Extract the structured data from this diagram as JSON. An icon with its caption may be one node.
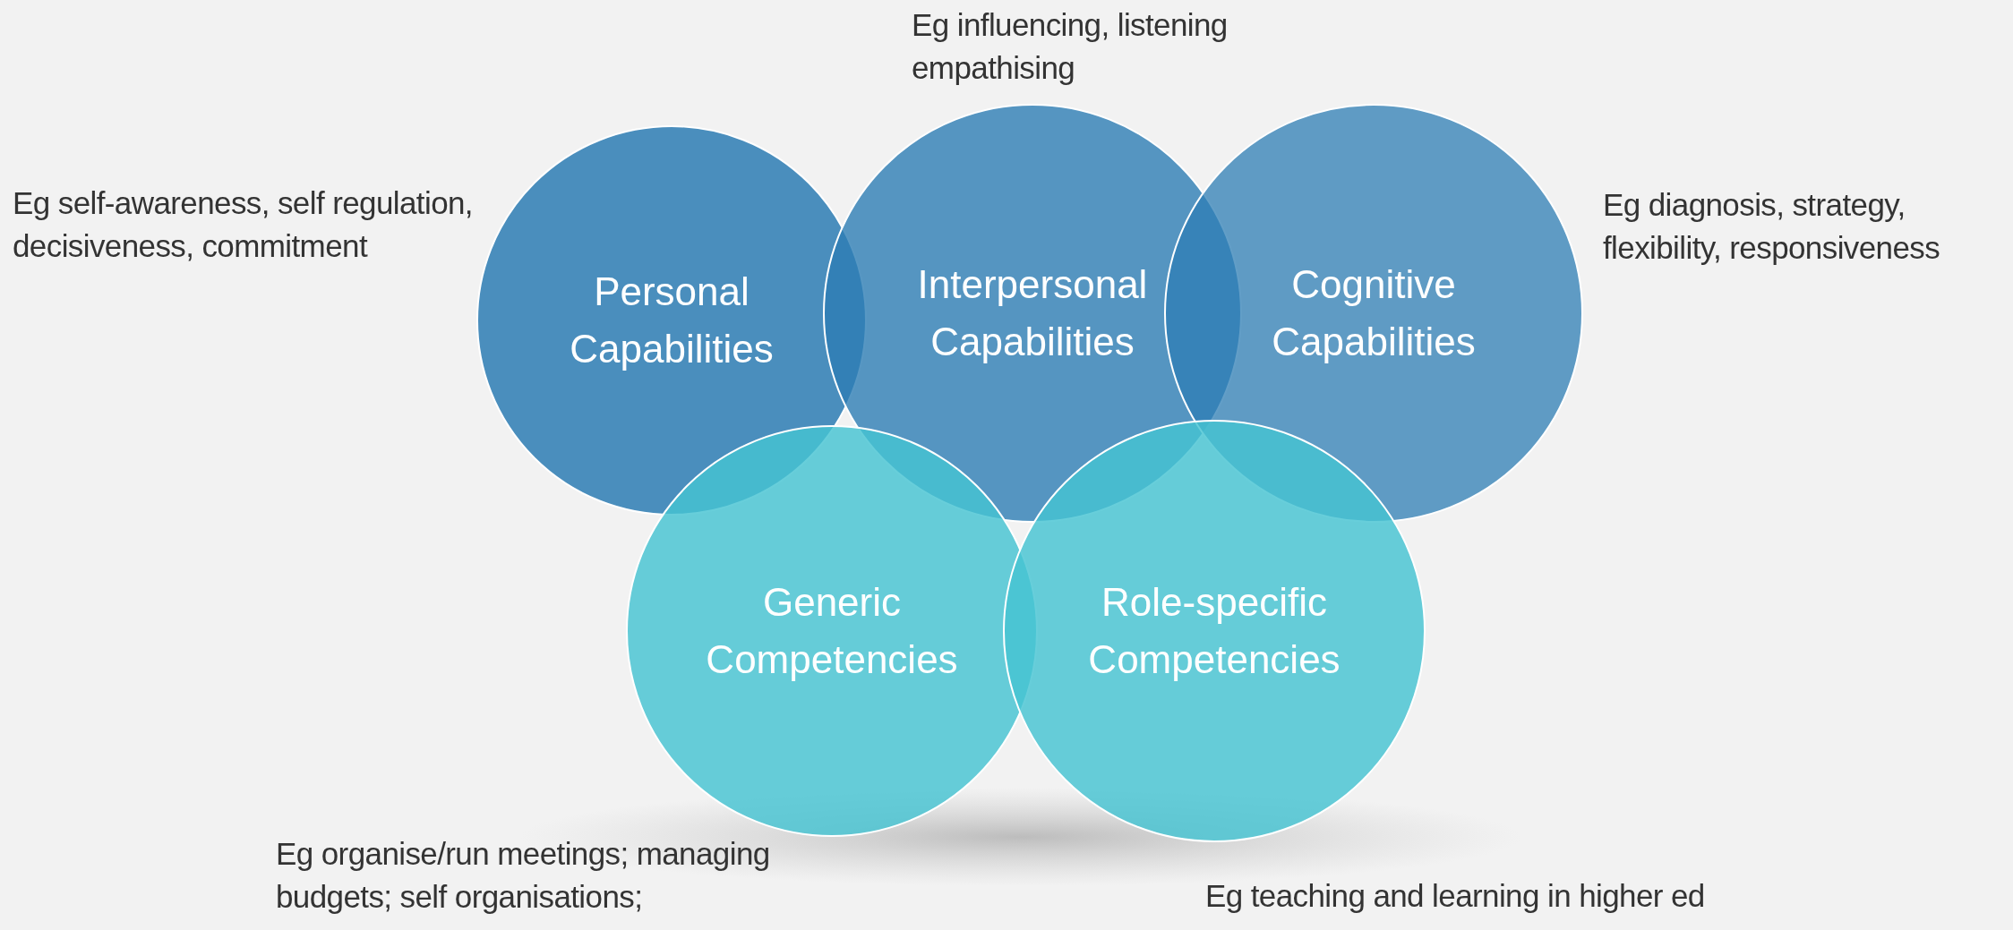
{
  "diagram": {
    "nodes": [
      {
        "text": [
          "Personal Capabilities"
        ],
        "beside": [
          "Eg self-awareness, self regulation, decisiveness, commitment"
        ]
      },
      {
        "text": [
          "Interpersonal Capabilities"
        ],
        "beside": [
          "Eg influencing, listening empathising"
        ]
      },
      {
        "text": [
          "Cognitive Capabilities"
        ],
        "beside": [
          "Eg diagnosis, strategy, flexibility, responsiveness"
        ]
      },
      {
        "text": [
          "Generic Competencies"
        ],
        "beside": [
          "Eg organise/run meetings; managing budgets; self organisations;"
        ]
      },
      {
        "text": [
          "Role-specific Competencies"
        ],
        "beside": [
          "Eg teaching and learning in higher ed"
        ]
      }
    ]
  }
}
